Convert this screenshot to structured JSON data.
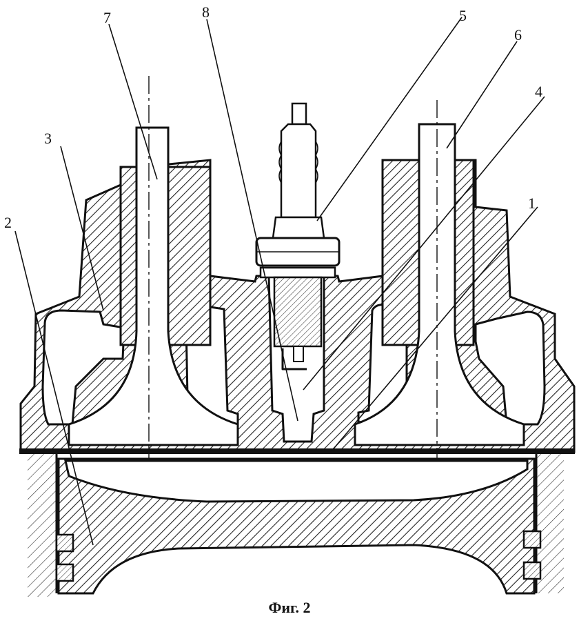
{
  "figure": {
    "caption": "Фиг. 2",
    "callouts": [
      "1",
      "2",
      "3",
      "4",
      "5",
      "6",
      "7",
      "8"
    ]
  },
  "colors": {
    "ink": "#111111",
    "background": "#ffffff"
  }
}
